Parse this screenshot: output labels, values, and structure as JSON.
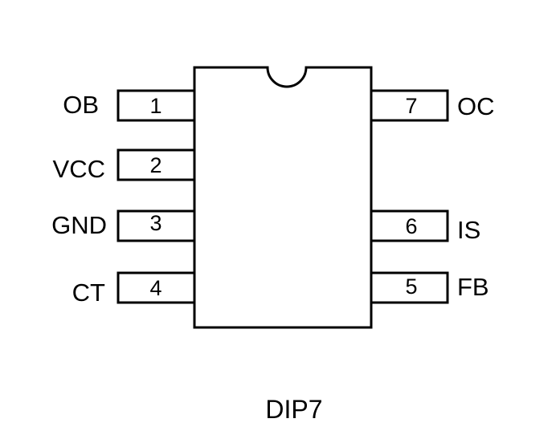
{
  "package": {
    "name": "DIP7"
  },
  "pins": {
    "left": [
      {
        "number": "1",
        "label": "OB"
      },
      {
        "number": "2",
        "label": "VCC"
      },
      {
        "number": "3",
        "label": "GND"
      },
      {
        "number": "4",
        "label": "CT"
      }
    ],
    "right": [
      {
        "number": "7",
        "label": "OC"
      },
      {
        "number": "6",
        "label": "IS"
      },
      {
        "number": "5",
        "label": "FB"
      }
    ]
  }
}
